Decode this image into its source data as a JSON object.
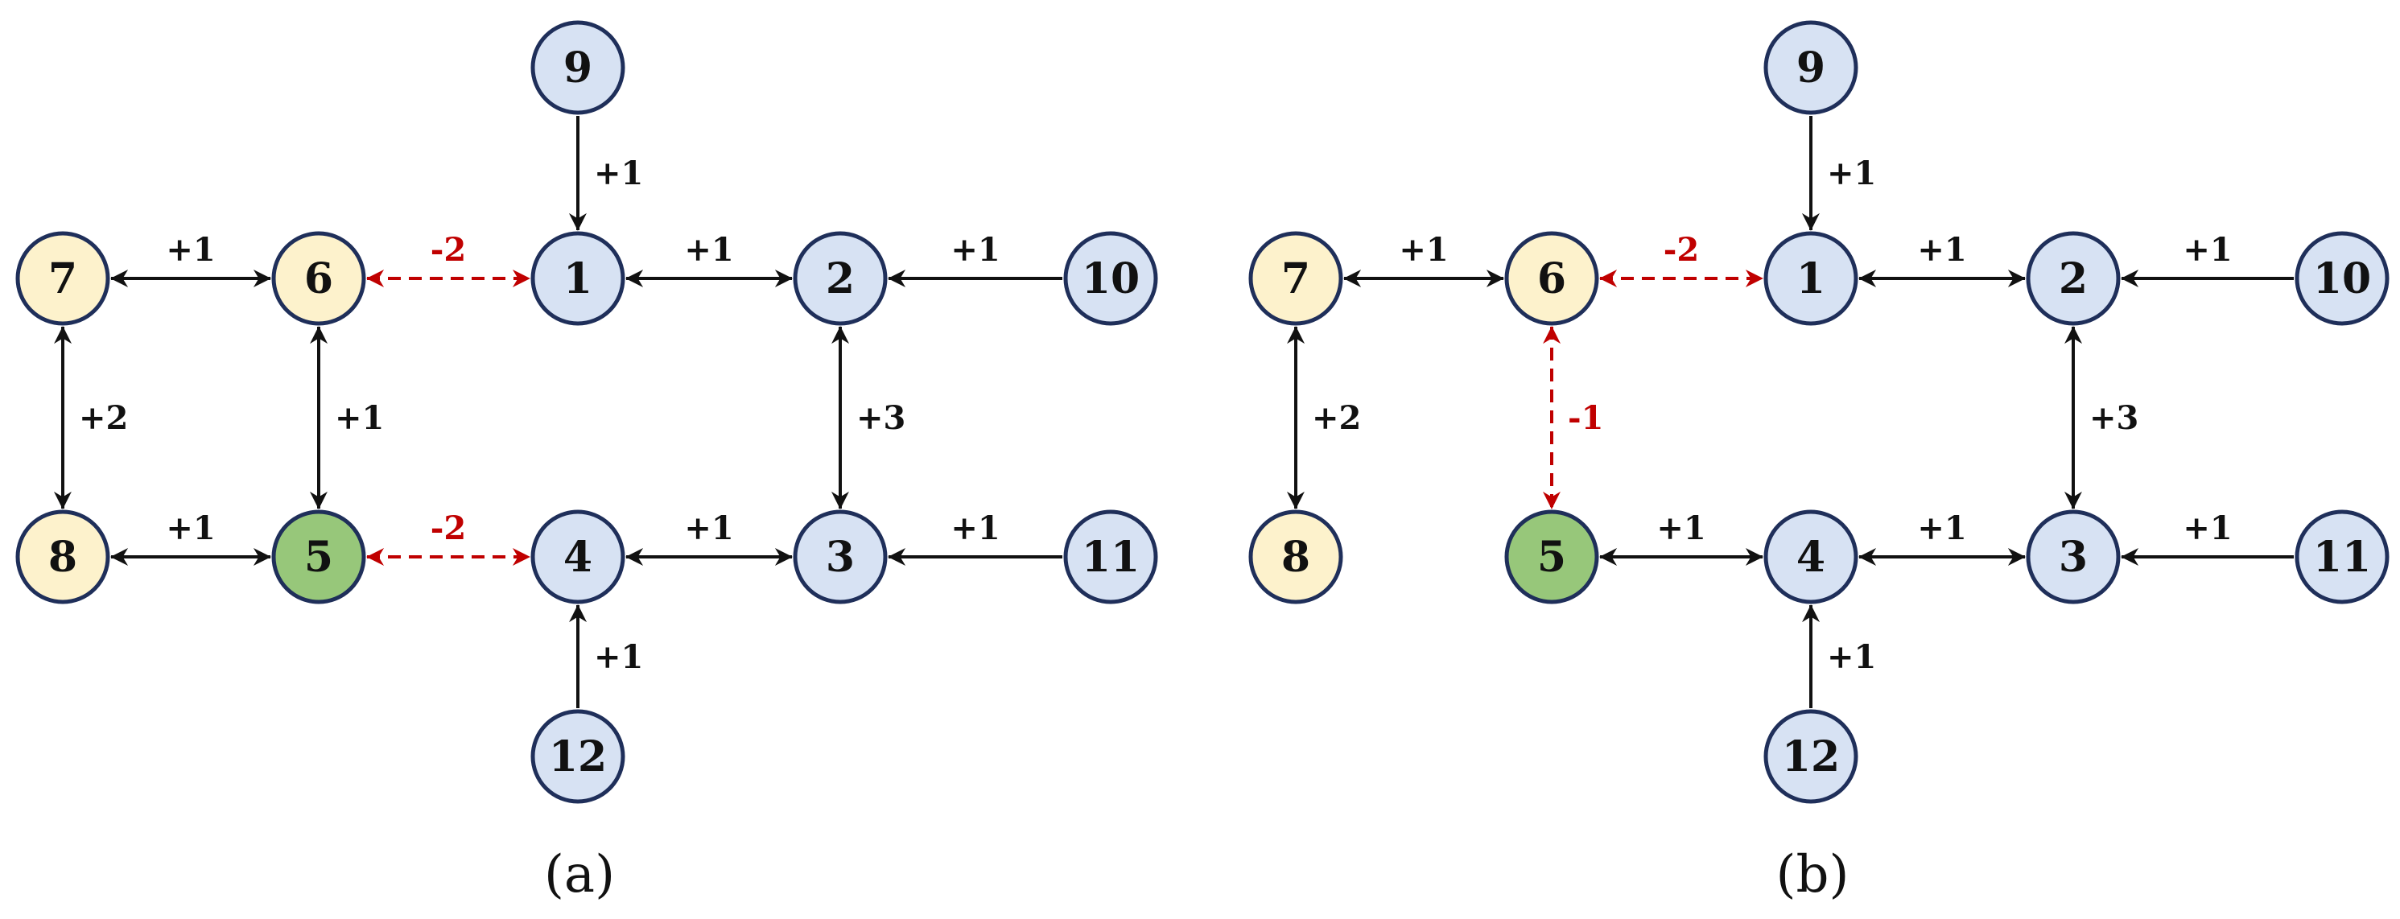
{
  "colors": {
    "node_stroke": "#1f2f5a",
    "blue_fill": "#d7e2f3",
    "yellow_fill": "#fdf2cc",
    "green_fill": "#97c77a",
    "edge_black": "#111111",
    "edge_red": "#c00000"
  },
  "panels": [
    {
      "caption": "(a)",
      "nodes": [
        {
          "id": "1",
          "label": "1",
          "color": "blue"
        },
        {
          "id": "2",
          "label": "2",
          "color": "blue"
        },
        {
          "id": "3",
          "label": "3",
          "color": "blue"
        },
        {
          "id": "4",
          "label": "4",
          "color": "blue"
        },
        {
          "id": "5",
          "label": "5",
          "color": "green"
        },
        {
          "id": "6",
          "label": "6",
          "color": "yellow"
        },
        {
          "id": "7",
          "label": "7",
          "color": "yellow"
        },
        {
          "id": "8",
          "label": "8",
          "color": "yellow"
        },
        {
          "id": "9",
          "label": "9",
          "color": "blue"
        },
        {
          "id": "10",
          "label": "10",
          "color": "blue"
        },
        {
          "id": "11",
          "label": "11",
          "color": "blue"
        },
        {
          "id": "12",
          "label": "12",
          "color": "blue"
        }
      ],
      "edges": [
        {
          "from": "7",
          "to": "6",
          "label": "+1",
          "style": "solid",
          "direction": "both"
        },
        {
          "from": "6",
          "to": "1",
          "label": "-2",
          "style": "dashed",
          "direction": "both"
        },
        {
          "from": "1",
          "to": "2",
          "label": "+1",
          "style": "solid",
          "direction": "both"
        },
        {
          "from": "10",
          "to": "2",
          "label": "+1",
          "style": "solid",
          "direction": "forward"
        },
        {
          "from": "9",
          "to": "1",
          "label": "+1",
          "style": "solid",
          "direction": "forward"
        },
        {
          "from": "7",
          "to": "8",
          "label": "+2",
          "style": "solid",
          "direction": "both"
        },
        {
          "from": "6",
          "to": "5",
          "label": "+1",
          "style": "solid",
          "direction": "both"
        },
        {
          "from": "2",
          "to": "3",
          "label": "+3",
          "style": "solid",
          "direction": "both"
        },
        {
          "from": "8",
          "to": "5",
          "label": "+1",
          "style": "solid",
          "direction": "both"
        },
        {
          "from": "5",
          "to": "4",
          "label": "-2",
          "style": "dashed",
          "direction": "both"
        },
        {
          "from": "4",
          "to": "3",
          "label": "+1",
          "style": "solid",
          "direction": "both"
        },
        {
          "from": "11",
          "to": "3",
          "label": "+1",
          "style": "solid",
          "direction": "forward"
        },
        {
          "from": "12",
          "to": "4",
          "label": "+1",
          "style": "solid",
          "direction": "forward"
        }
      ]
    },
    {
      "caption": "(b)",
      "nodes": [
        {
          "id": "1",
          "label": "1",
          "color": "blue"
        },
        {
          "id": "2",
          "label": "2",
          "color": "blue"
        },
        {
          "id": "3",
          "label": "3",
          "color": "blue"
        },
        {
          "id": "4",
          "label": "4",
          "color": "blue"
        },
        {
          "id": "5",
          "label": "5",
          "color": "green"
        },
        {
          "id": "6",
          "label": "6",
          "color": "yellow"
        },
        {
          "id": "7",
          "label": "7",
          "color": "yellow"
        },
        {
          "id": "8",
          "label": "8",
          "color": "yellow"
        },
        {
          "id": "9",
          "label": "9",
          "color": "blue"
        },
        {
          "id": "10",
          "label": "10",
          "color": "blue"
        },
        {
          "id": "11",
          "label": "11",
          "color": "blue"
        },
        {
          "id": "12",
          "label": "12",
          "color": "blue"
        }
      ],
      "edges": [
        {
          "from": "7",
          "to": "6",
          "label": "+1",
          "style": "solid",
          "direction": "both"
        },
        {
          "from": "6",
          "to": "1",
          "label": "-2",
          "style": "dashed",
          "direction": "both"
        },
        {
          "from": "1",
          "to": "2",
          "label": "+1",
          "style": "solid",
          "direction": "both"
        },
        {
          "from": "10",
          "to": "2",
          "label": "+1",
          "style": "solid",
          "direction": "forward"
        },
        {
          "from": "9",
          "to": "1",
          "label": "+1",
          "style": "solid",
          "direction": "forward"
        },
        {
          "from": "7",
          "to": "8",
          "label": "+2",
          "style": "solid",
          "direction": "both"
        },
        {
          "from": "6",
          "to": "5",
          "label": "-1",
          "style": "dashed",
          "direction": "both"
        },
        {
          "from": "2",
          "to": "3",
          "label": "+3",
          "style": "solid",
          "direction": "both"
        },
        {
          "from": "5",
          "to": "4",
          "label": "+1",
          "style": "solid",
          "direction": "both"
        },
        {
          "from": "4",
          "to": "3",
          "label": "+1",
          "style": "solid",
          "direction": "both"
        },
        {
          "from": "11",
          "to": "3",
          "label": "+1",
          "style": "solid",
          "direction": "forward"
        },
        {
          "from": "12",
          "to": "4",
          "label": "+1",
          "style": "solid",
          "direction": "forward"
        }
      ]
    }
  ]
}
